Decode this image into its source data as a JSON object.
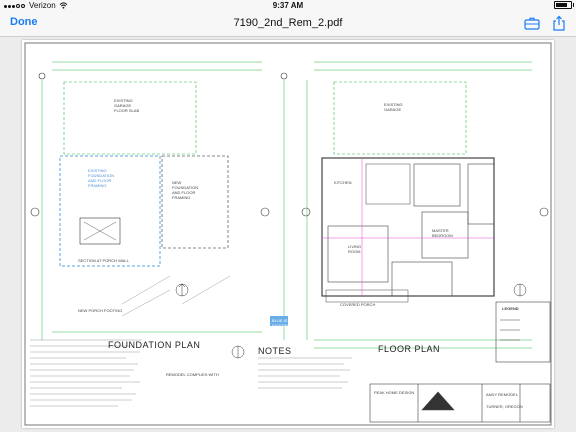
{
  "status_bar": {
    "carrier": "Verizon",
    "time": "9:37 AM",
    "battery_percent": 75
  },
  "nav": {
    "done_label": "Done",
    "title": "7190_2nd_Rem_2.pdf",
    "tools": [
      "briefcase-icon",
      "share-icon"
    ]
  },
  "accent_color": "#1a7cf5",
  "drawing": {
    "labels": {
      "existing_garage_floor_slab": "EXISTING\nGARAGE\nFLOOR SLAB",
      "existing_foundation_footing": "EXISTING\nFOUNDATION\nAND FLOOR\nFRAMING",
      "new_foundation_floor_framing": "NEW\nFOUNDATION\nAND FLOOR\nFRAMING",
      "section_porch_wall": "SECTION AT PORCH WALL",
      "new_porch_footing": "NEW PORCH FOOTING",
      "foundation_plan": "FOUNDATION PLAN",
      "notes": "NOTES",
      "existing_garage": "EXISTING\nGARAGE",
      "living_room": "LIVING\nROOM",
      "kitchen": "KITCHEN",
      "master_bedroom": "MASTER\nBEDROOM",
      "covered_porch": "COVERED PORCH",
      "floor_plan": "FLOOR PLAN",
      "blue_is_existing": "BLUE IS\nEXISTING",
      "legend": "LEGEND",
      "remodel_complies": "REMODEL COMPLIES WITH",
      "client_name": "ANDY REMODEL",
      "client_city": "TURNER, OREGON",
      "company": "PEAK HOME DESIGN"
    }
  }
}
